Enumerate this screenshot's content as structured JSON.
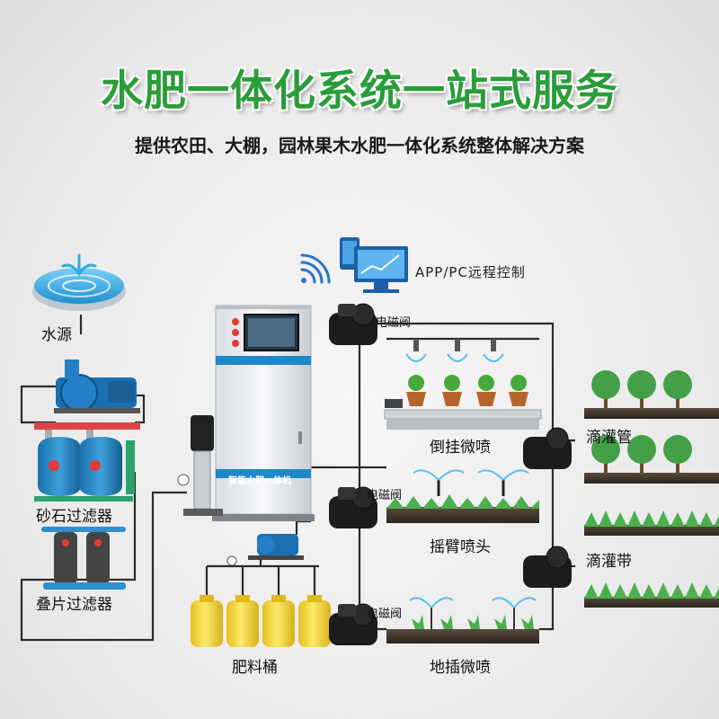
{
  "header": {
    "title": "水肥一体化系统一站式服务",
    "subtitle": "提供农田、大棚，园林果木水肥一体化系统整体解决方案"
  },
  "labels": {
    "water_source": "水源",
    "sand_filter": "砂石过滤器",
    "disc_filter": "叠片过滤器",
    "fertilizer_bucket": "肥料桶",
    "app_pc_control": "APP/PC远程控制",
    "solenoid_valve_1": "电磁阀",
    "solenoid_valve_2": "电磁阀",
    "solenoid_valve_3": "电磁阀",
    "hanging_sprayer": "倒挂微喷",
    "rocker_sprinkler": "摇臂喷头",
    "ground_sprayer": "地插微喷",
    "drip_pipe": "滴灌管",
    "drip_tape": "滴灌带",
    "machine_name": "智能水肥一体机"
  },
  "colors": {
    "title_green": "#2a9d3a",
    "pipe": "#2b2b2b",
    "water_blue": "#36a9e1",
    "machine_blue": "#1e88c8",
    "tank_yellow": "#f3d23a",
    "grass_green": "#4caf50",
    "soil": "#3a3a3a"
  }
}
